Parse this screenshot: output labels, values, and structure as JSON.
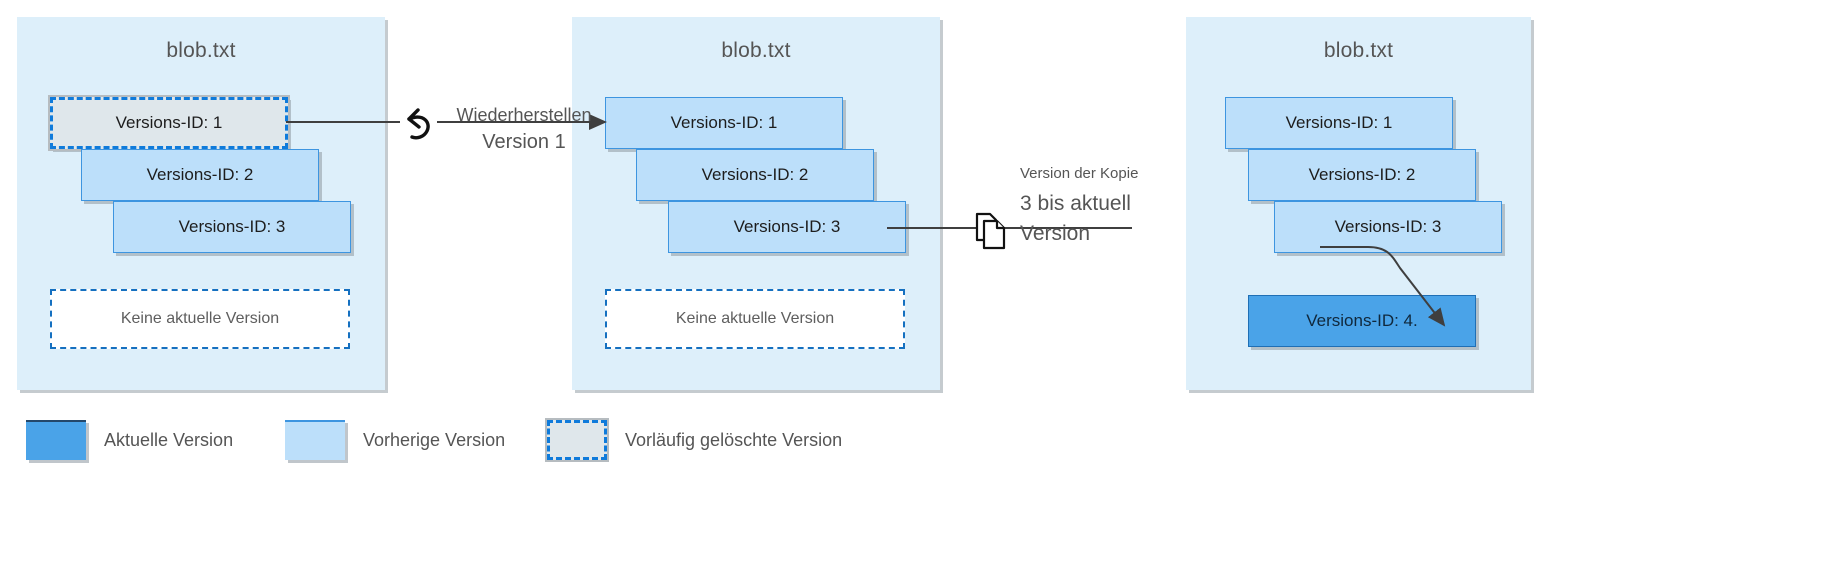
{
  "diagram": {
    "title_blob": "blob.txt",
    "panels": [
      {
        "name": "panel-deleted-state",
        "title": "blob.txt",
        "versions": [
          {
            "label": "Versions-ID: 1",
            "state": "soft-deleted"
          },
          {
            "label": "Versions-ID: 2",
            "state": "previous"
          },
          {
            "label": "Versions-ID: 3",
            "state": "previous"
          }
        ],
        "placeholder": "Keine aktuelle Version"
      },
      {
        "name": "panel-restored-state",
        "title": "blob.txt",
        "versions": [
          {
            "label": "Versions-ID: 1",
            "state": "previous"
          },
          {
            "label": "Versions-ID: 2",
            "state": "previous"
          },
          {
            "label": "Versions-ID: 3",
            "state": "previous"
          }
        ],
        "placeholder": "Keine aktuelle Version"
      },
      {
        "name": "panel-copied-state",
        "title": "blob.txt",
        "versions": [
          {
            "label": "Versions-ID: 1",
            "state": "previous"
          },
          {
            "label": "Versions-ID: 2",
            "state": "previous"
          },
          {
            "label": "Versions-ID: 3",
            "state": "previous"
          },
          {
            "label": "Versions-ID: 4.",
            "state": "current"
          }
        ],
        "placeholder": null
      }
    ],
    "annotations": [
      {
        "name": "restore-annotation",
        "icon": "undo-icon",
        "line1": "Wiederherstellen",
        "line2": "Version 1"
      },
      {
        "name": "copy-annotation",
        "icon": "copy-icon",
        "line1": "Version der Kopie",
        "line2": "3 bis aktuell",
        "line3": "Version"
      }
    ],
    "legend": [
      {
        "name": "legend-current",
        "label": "Aktuelle Version",
        "color": "#4aa3e8"
      },
      {
        "name": "legend-previous",
        "label": "Vorherige Version",
        "color": "#bcdffa"
      },
      {
        "name": "legend-soft-deleted",
        "label": "Vorläufig gelöschte Version",
        "color": "#dfe7eb"
      }
    ],
    "colors": {
      "panel_bg": "#ddeffa",
      "current": "#4aa3e8",
      "previous": "#bcdffa",
      "deleted": "#dfe7eb",
      "accent_border": "#0f7bdb",
      "connector": "#3f3f3f"
    }
  }
}
